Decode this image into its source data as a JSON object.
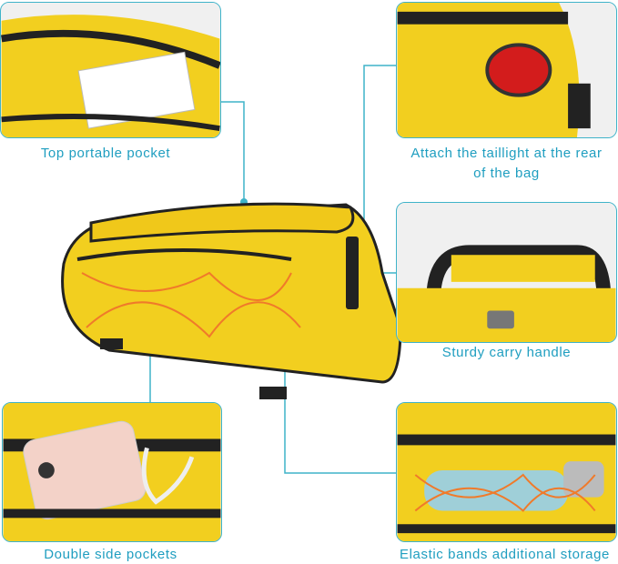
{
  "features": {
    "top_pocket": "Top portable pocket",
    "taillight_line1": "Attach the taillight at the rear",
    "taillight_line2": "of the bag",
    "carry_handle": "Sturdy carry handle",
    "side_pockets": "Double side pockets",
    "elastic_bands": "Elastic bands additional storage"
  },
  "colors": {
    "accent": "#1f9ec0",
    "bag_yellow": "#f2cf1f",
    "trim": "#222222",
    "cord": "#f07a2a"
  }
}
